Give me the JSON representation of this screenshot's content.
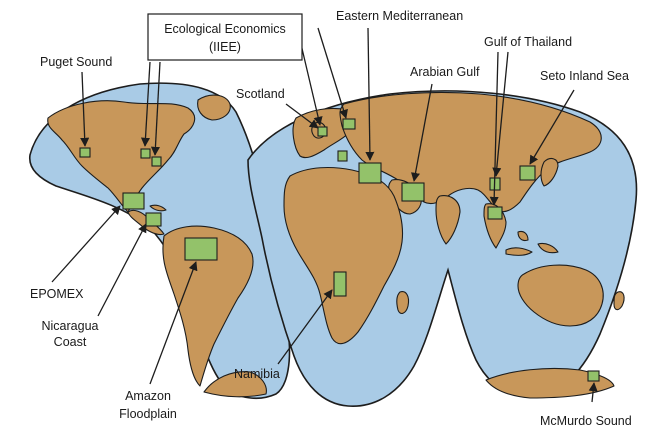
{
  "colors": {
    "ocean": "#a9cbe6",
    "land": "#c8975a",
    "site": "#93c26a",
    "outline": "#1d1d1d",
    "background": "#ffffff"
  },
  "labels": {
    "ecological": "Ecological Economics",
    "iiee": "(IIEE)",
    "eastern_med": "Eastern Mediterranean",
    "gulf_thailand": "Gulf of Thailand",
    "arabian_gulf": "Arabian Gulf",
    "seto": "Seto Inland Sea",
    "puget": "Puget Sound",
    "scotland": "Scotland",
    "epomex": "EPOMEX",
    "nicaragua_1": "Nicaragua",
    "nicaragua_2": "Coast",
    "amazon_1": "Amazon",
    "amazon_2": "Floodplain",
    "namibia": "Namibia",
    "mcmurdo": "McMurdo Sound"
  }
}
